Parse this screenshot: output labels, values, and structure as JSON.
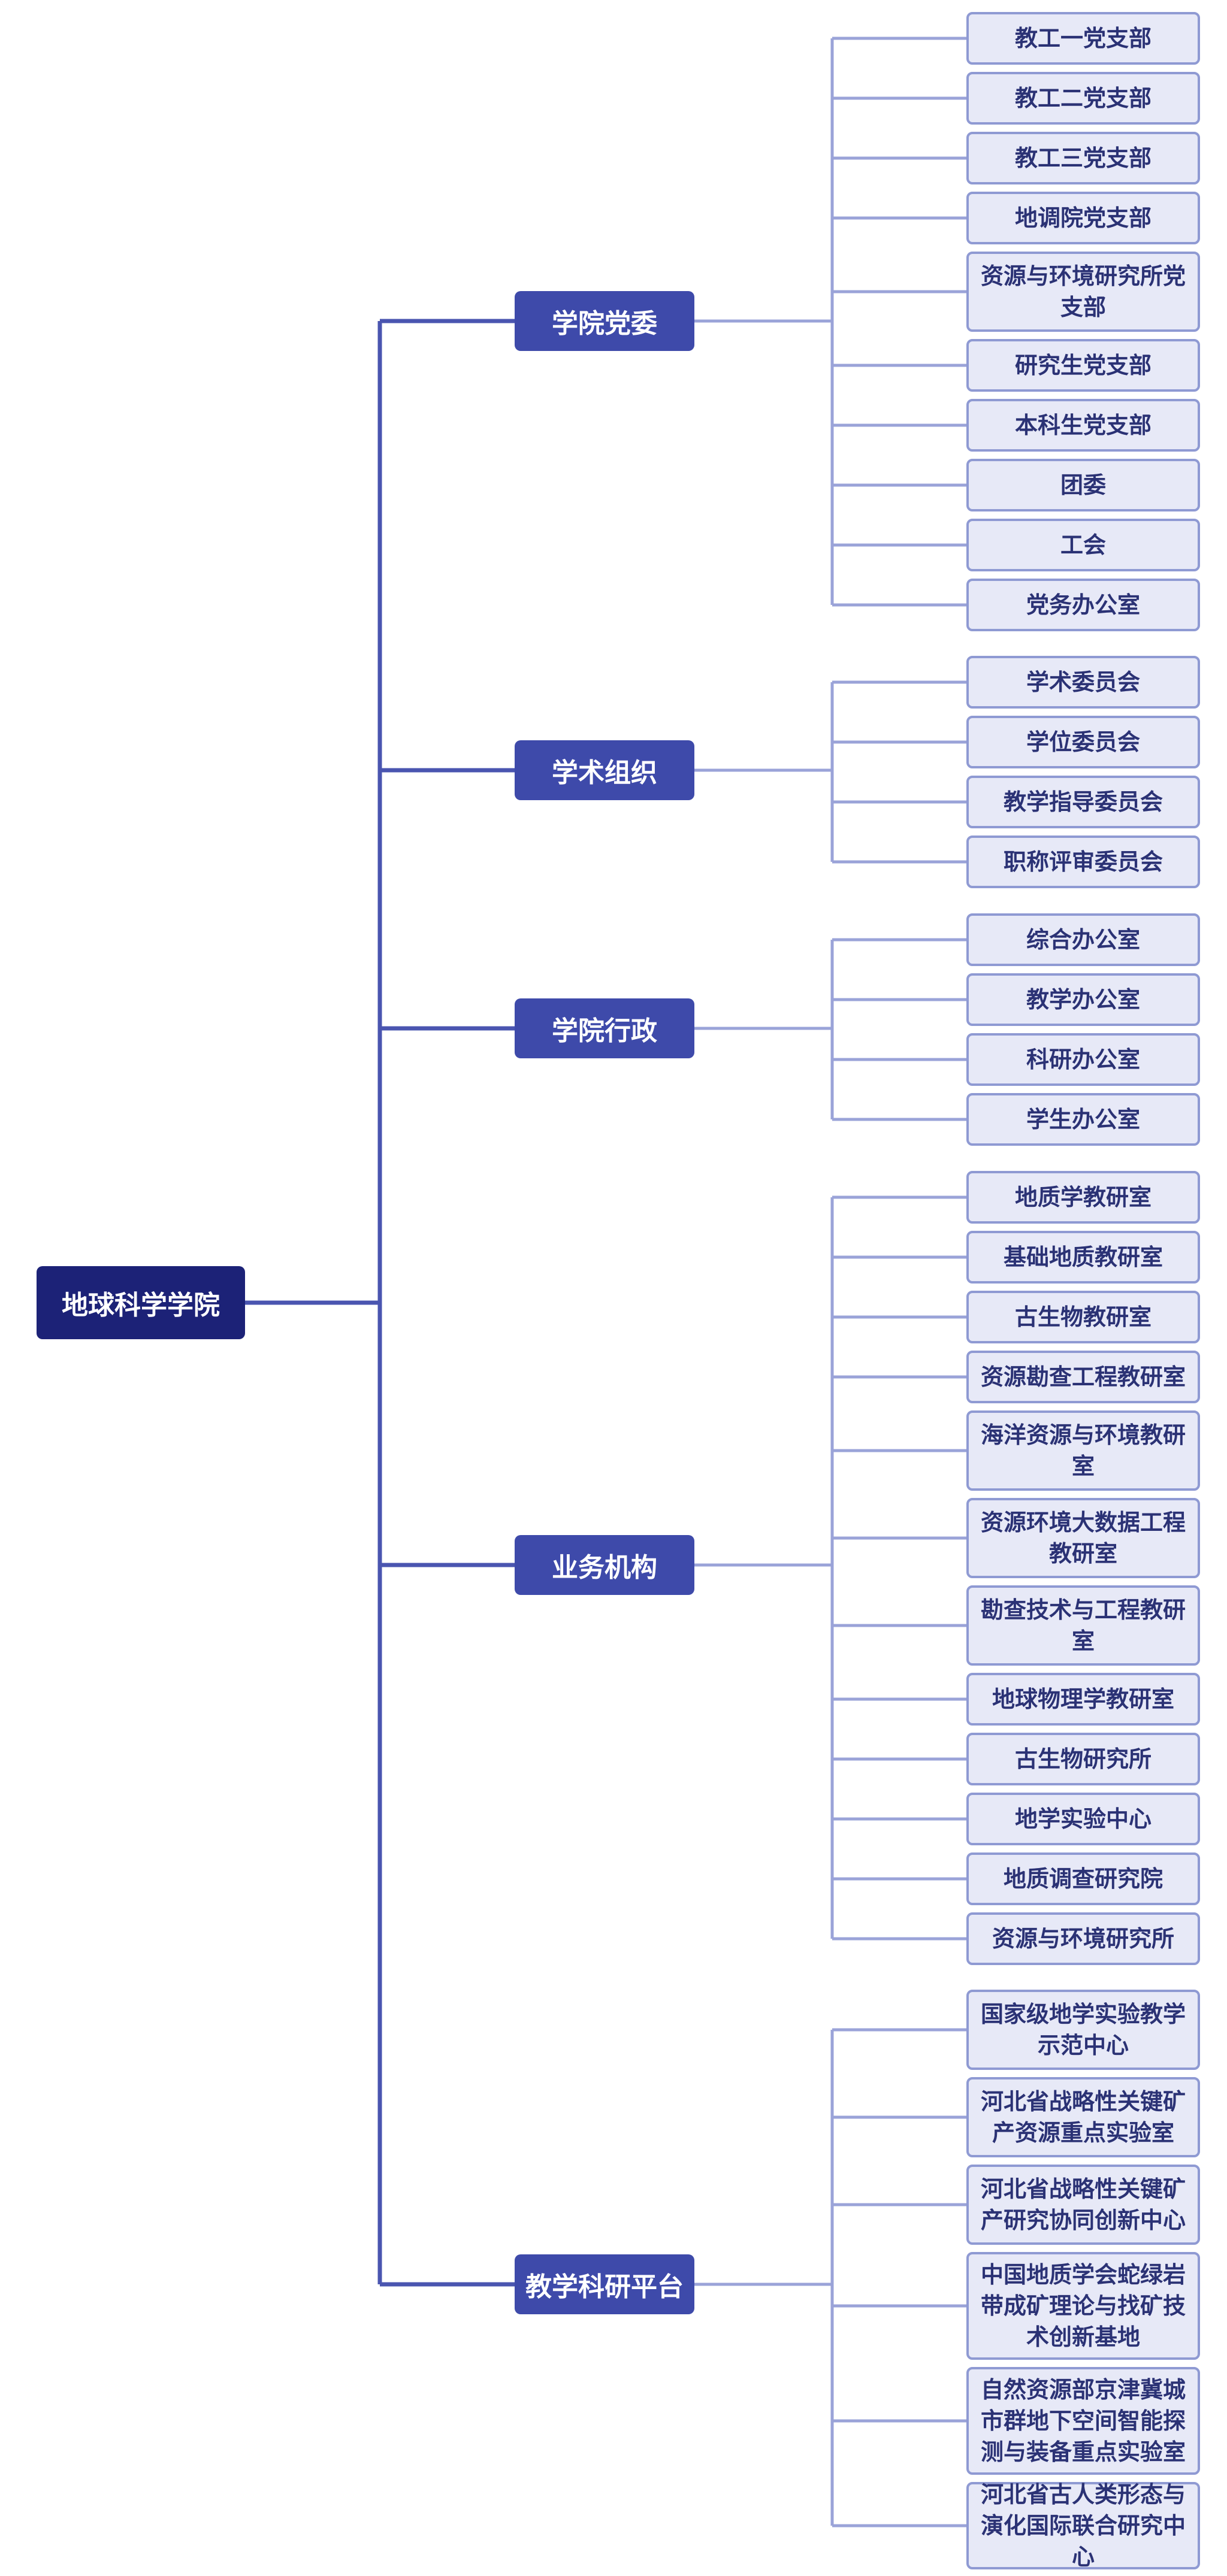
{
  "colors": {
    "root_fill": "#1c2277",
    "branch_fill": "#3e4aaa",
    "leaf_fill": "#e7e9f7",
    "leaf_border": "#8f9ad3",
    "leaf_text": "#2b3275",
    "main_line": "#4a55b0",
    "sub_line": "#9aa3d8"
  },
  "root": {
    "label": "地球科学学院"
  },
  "branches": [
    {
      "label": "学院党委",
      "children": [
        "教工一党支部",
        "教工二党支部",
        "教工三党支部",
        "地调院党支部",
        "资源与环境研究所党支部",
        "研究生党支部",
        "本科生党支部",
        "团委",
        "工会",
        "党务办公室"
      ]
    },
    {
      "label": "学术组织",
      "children": [
        "学术委员会",
        "学位委员会",
        "教学指导委员会",
        "职称评审委员会"
      ]
    },
    {
      "label": "学院行政",
      "children": [
        "综合办公室",
        "教学办公室",
        "科研办公室",
        "学生办公室"
      ]
    },
    {
      "label": "业务机构",
      "children": [
        "地质学教研室",
        "基础地质教研室",
        "古生物教研室",
        "资源勘查工程教研室",
        "海洋资源与环境教研室",
        "资源环境大数据工程教研室",
        "勘查技术与工程教研室",
        "地球物理学教研室",
        "古生物研究所",
        "地学实验中心",
        "地质调查研究院",
        "资源与环境研究所"
      ]
    },
    {
      "label": "教学科研平台",
      "children": [
        "国家级地学实验教学示范中心",
        "河北省战略性关键矿产资源重点实验室",
        "河北省战略性关键矿产研究协同创新中心",
        "中国地质学会蛇绿岩带成矿理论与找矿技术创新基地",
        "自然资源部京津冀城市群地下空间智能探测与装备重点实验室",
        "河北省古人类形态与演化国际联合研究中心"
      ]
    }
  ]
}
